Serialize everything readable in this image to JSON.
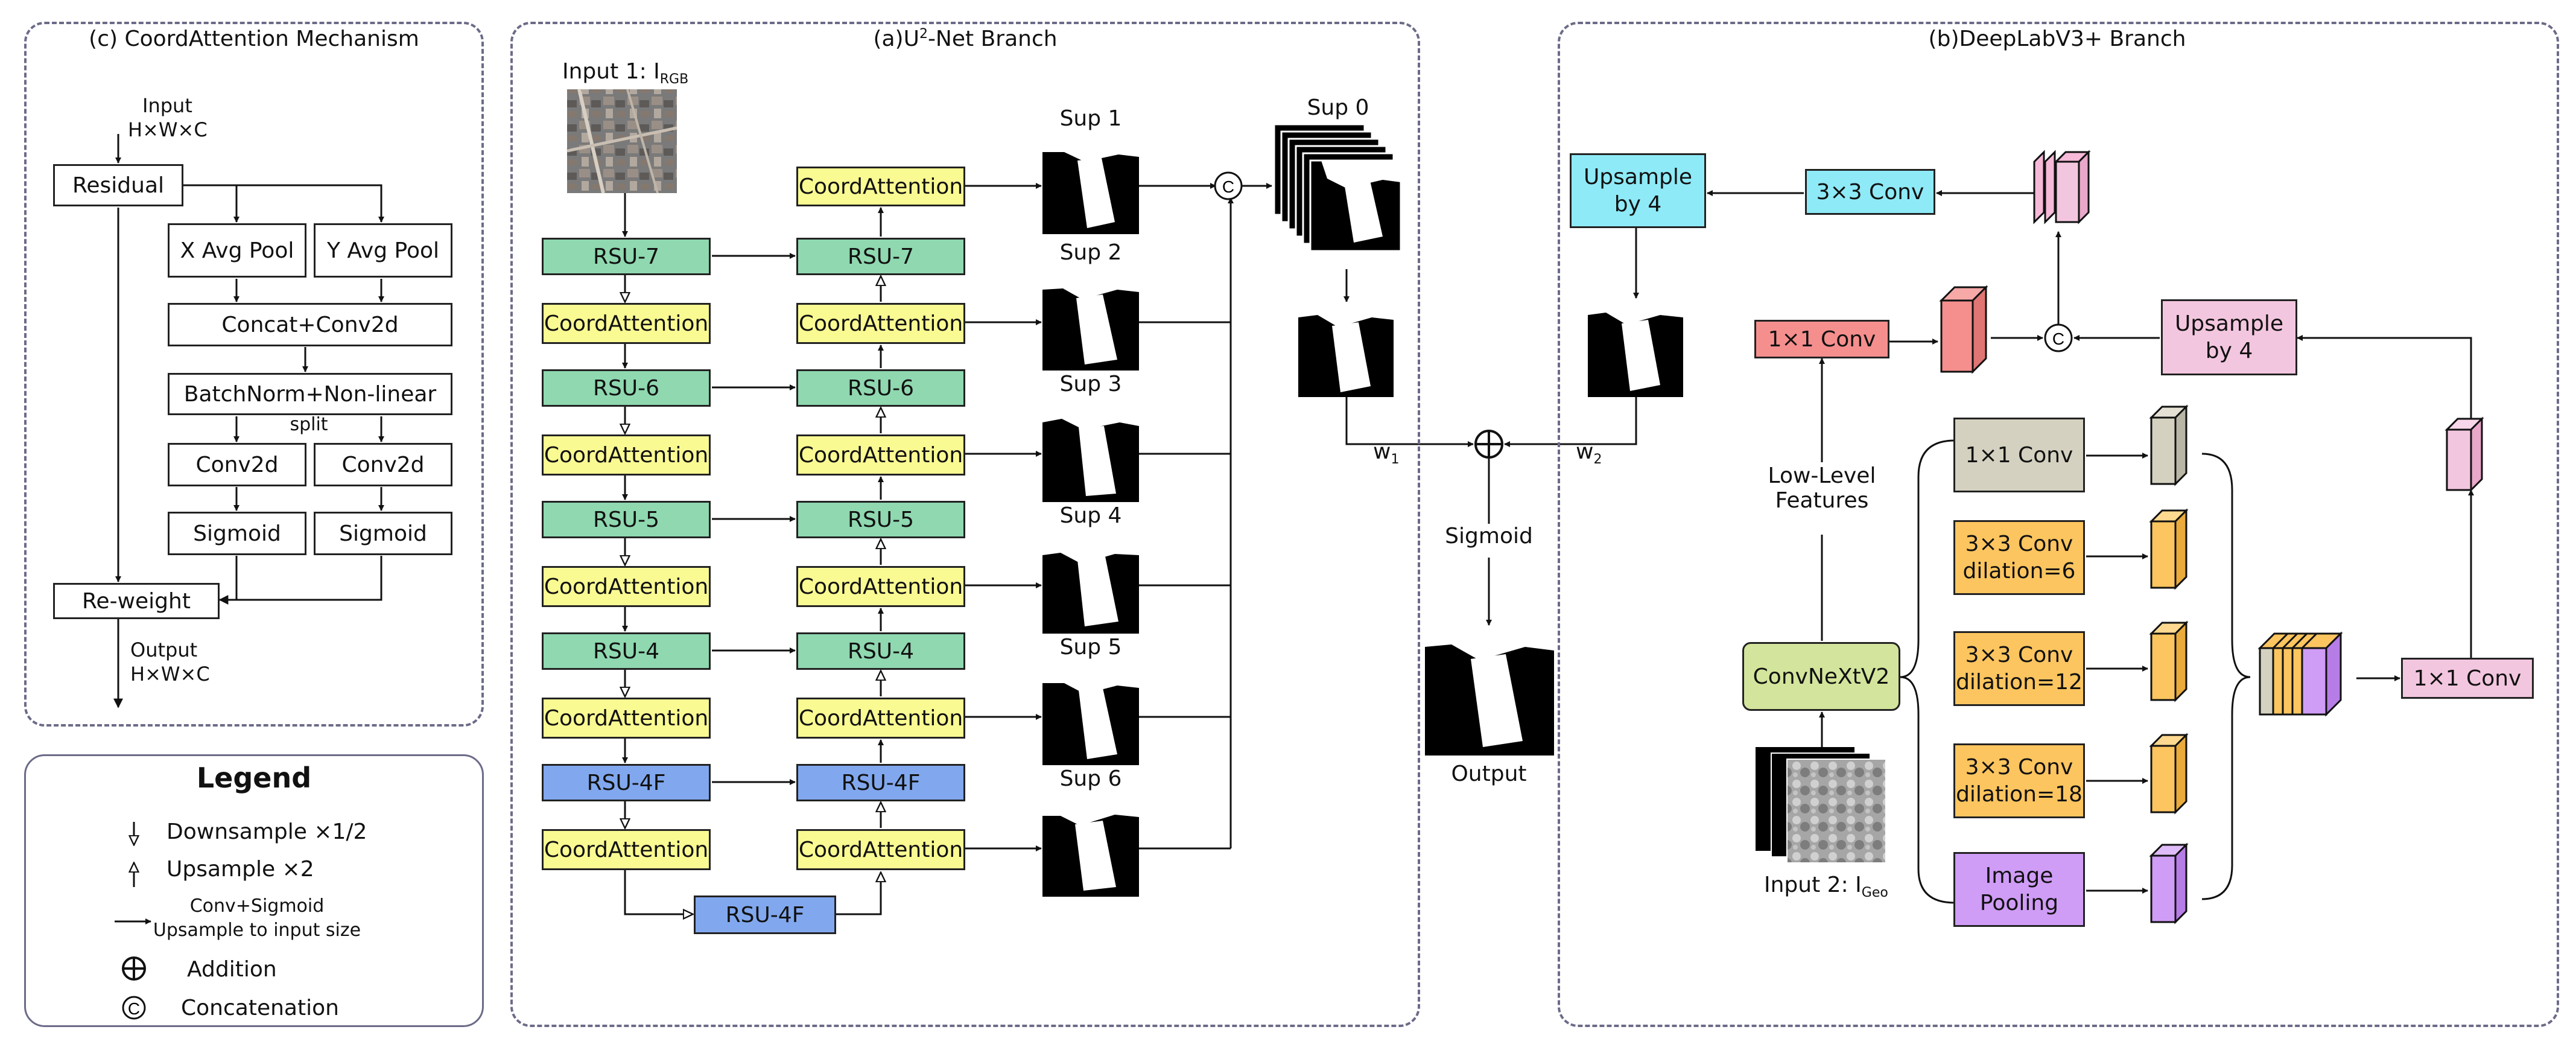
{
  "coord_panel": {
    "title": "(c) CoordAttention Mechanism",
    "input_label": "Input",
    "input_dims": "H×W×C",
    "residual": "Residual",
    "x_avg_pool": "X Avg Pool",
    "y_avg_pool": "Y Avg Pool",
    "concat_conv": "Concat+Conv2d",
    "batchnorm": "BatchNorm+Non-linear",
    "split": "split",
    "conv2d_left": "Conv2d",
    "conv2d_right": "Conv2d",
    "sigmoid_left": "Sigmoid",
    "sigmoid_right": "Sigmoid",
    "reweight": "Re-weight",
    "output_label": "Output",
    "output_dims": "H×W×C"
  },
  "legend": {
    "title": "Legend",
    "downsample": "Downsample ×1/2",
    "upsample": "Upsample ×2",
    "conv_sigmoid": "Conv+Sigmoid",
    "upsample_input": "Upsample to input size",
    "addition": "Addition",
    "concatenation": "Concatenation"
  },
  "unet_panel": {
    "title_prefix": "(a)U",
    "title_sup": "2",
    "title_suffix": "-Net Branch",
    "input1": "Input 1: I",
    "input1_sub": "RGB",
    "encoder": [
      "RSU-7",
      "CoordAttention",
      "RSU-6",
      "CoordAttention",
      "RSU-5",
      "CoordAttention",
      "RSU-4",
      "CoordAttention",
      "RSU-4F",
      "CoordAttention"
    ],
    "decoder": [
      "CoordAttention",
      "RSU-7",
      "CoordAttention",
      "RSU-6",
      "CoordAttention",
      "RSU-5",
      "CoordAttention",
      "RSU-4",
      "CoordAttention",
      "RSU-4F",
      "CoordAttention"
    ],
    "bottom": "RSU-4F",
    "sups": [
      "Sup 1",
      "Sup 2",
      "Sup 3",
      "Sup 4",
      "Sup 5",
      "Sup 6"
    ],
    "sup0": "Sup 0",
    "concat_symbol": "C"
  },
  "fusion": {
    "w1": "w",
    "w1_sub": "1",
    "w2": "w",
    "w2_sub": "2",
    "sigmoid": "Sigmoid",
    "output": "Output"
  },
  "deeplab_panel": {
    "title": "(b)DeepLabV3+ Branch",
    "upsample_top": "Upsample\nby 4",
    "conv3x3": "3×3 Conv",
    "conv1x1_low": "1×1 Conv",
    "upsample_mid": "Upsample\nby 4",
    "low_level": "Low-Level\nFeatures",
    "convnext": "ConvNeXtV2",
    "input2": "Input 2: I",
    "input2_sub": "Geo",
    "aspp": [
      "1×1 Conv",
      "3×3 Conv\ndilation=6",
      "3×3 Conv\ndilation=12",
      "3×3 Conv\ndilation=18",
      "Image\nPooling"
    ],
    "conv1x1_out": "1×1 Conv",
    "concat_symbol": "C"
  }
}
